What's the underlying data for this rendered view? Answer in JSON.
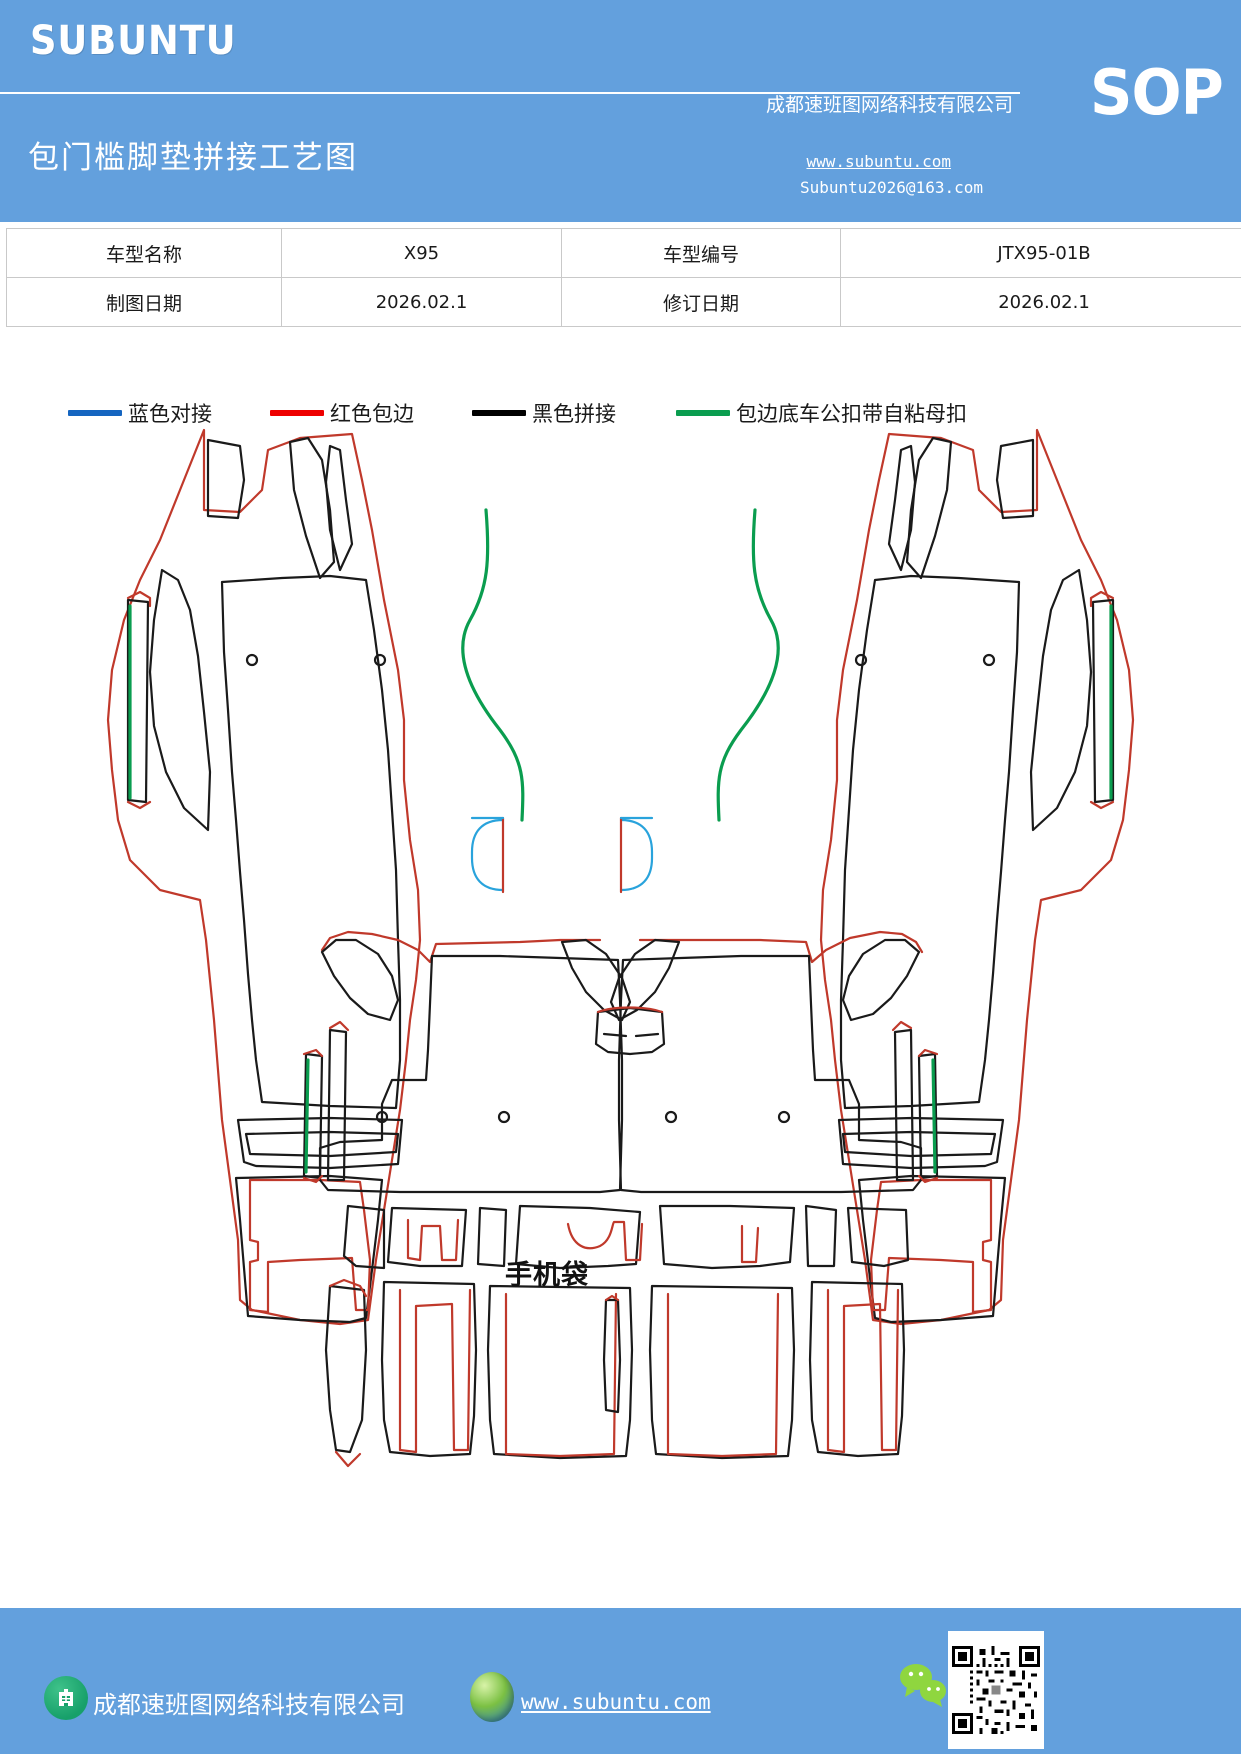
{
  "header": {
    "brand": "SUBUNTU",
    "doc_title": "包门槛脚垫拼接工艺图",
    "sop_badge": "SOP",
    "company": "成都速班图网络科技有限公司",
    "website": "www.subuntu.com",
    "email": "Subuntu2026@163.com",
    "bg_color": "#63a0dd"
  },
  "info_table": {
    "rows": [
      {
        "label_left": "车型名称",
        "value_left": "X95",
        "label_right": "车型编号",
        "value_right": "JTX95-01B"
      },
      {
        "label_left": "制图日期",
        "value_left": "2026.02.1",
        "label_right": "修订日期",
        "value_right": "2026.02.1"
      }
    ]
  },
  "legend": {
    "items": [
      {
        "label": "蓝色对接",
        "color": "#1565c0"
      },
      {
        "label": "红色包边",
        "color": "#ee0000"
      },
      {
        "label": "黑色拼接",
        "color": "#000000"
      },
      {
        "label": "包边底车公扣带自粘母扣",
        "color": "#0a9d4f"
      }
    ]
  },
  "drawing": {
    "pocket_label": "手机袋",
    "stroke_colors": {
      "binding_red": "#c0392b",
      "seam_black": "#1a1a1a",
      "hook_green": "#0a9d4f",
      "butt_blue": "#29a3dc"
    },
    "parts": [
      "front-left-mat",
      "front-right-mat",
      "left-sill-strip",
      "right-sill-strip",
      "phone-pocket-left",
      "phone-pocket-right",
      "rear-mat-assembly"
    ]
  },
  "footer": {
    "company": "成都速班图网络科技有限公司",
    "website": "www.subuntu.com",
    "bg_color": "#63a0dd"
  }
}
